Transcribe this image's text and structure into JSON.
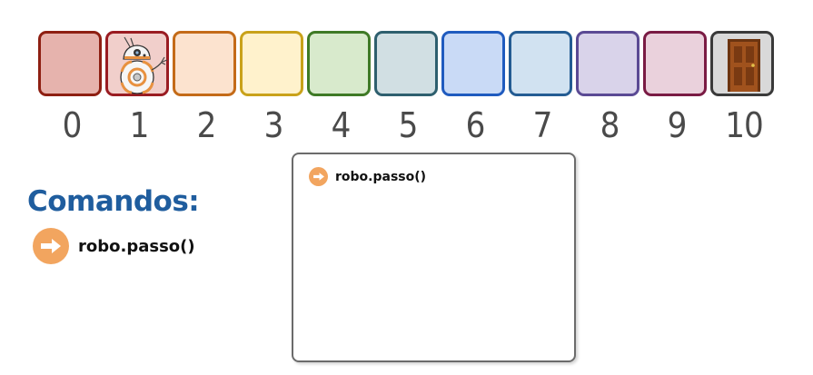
{
  "track": {
    "cells": [
      {
        "index": "0",
        "fill": "#e6b3ad",
        "border": "#8e1f12"
      },
      {
        "index": "1",
        "fill": "#f1cfcb",
        "border": "#9a1c22"
      },
      {
        "index": "2",
        "fill": "#fce3cf",
        "border": "#c46b18"
      },
      {
        "index": "3",
        "fill": "#fff2cc",
        "border": "#c9a21a"
      },
      {
        "index": "4",
        "fill": "#d8eacc",
        "border": "#3f7a26"
      },
      {
        "index": "5",
        "fill": "#d1dfe3",
        "border": "#2e5f6e"
      },
      {
        "index": "6",
        "fill": "#c9daf6",
        "border": "#1f5bbf"
      },
      {
        "index": "7",
        "fill": "#d1e2f1",
        "border": "#245c93"
      },
      {
        "index": "8",
        "fill": "#d9d3ea",
        "border": "#5b4a94"
      },
      {
        "index": "9",
        "fill": "#ead1dc",
        "border": "#7a1b44"
      },
      {
        "index": "10",
        "fill": "#d9d9d9",
        "border": "#3a3a3a"
      }
    ],
    "robot_position": "1",
    "robot_icon": "bb8-robot-icon",
    "goal_icon": "door-icon"
  },
  "commands": {
    "title": "Comandos:",
    "items": [
      {
        "label": "robo.passo()",
        "icon": "arrow-right-icon",
        "accent": "#f2a55f"
      }
    ]
  },
  "program": {
    "lines": [
      {
        "label": "robo.passo()",
        "icon": "arrow-right-icon"
      }
    ]
  }
}
